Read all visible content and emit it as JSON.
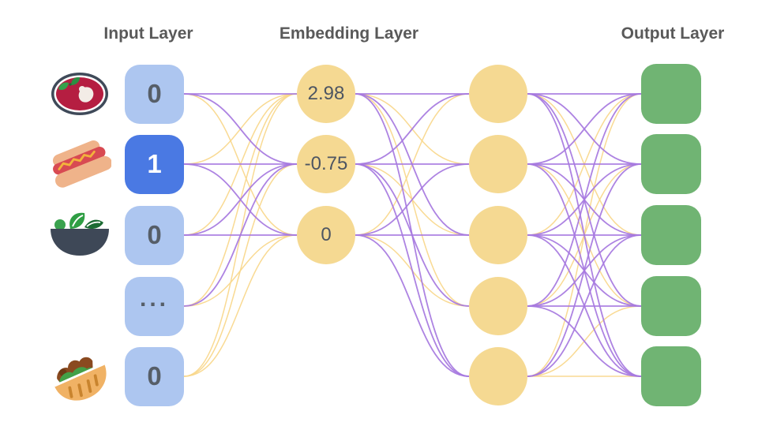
{
  "titles": {
    "input": "Input Layer",
    "embedding": "Embedding Layer",
    "output": "Output Layer"
  },
  "colors": {
    "background": "#ffffff",
    "edge_purple": "#a678e0",
    "edge_yellow": "#f8d78a",
    "input_cell": "#adc6f0",
    "input_cell_active": "#4a79e3",
    "embedding_cell": "#f5d992",
    "output_cell": "#70b473",
    "title_text": "#595959",
    "cell_text": "#565e68",
    "active_cell_text": "#ffffff"
  },
  "input_layer": {
    "rows": [
      {
        "icon": "borscht-icon",
        "value": "0",
        "active": false
      },
      {
        "icon": "hotdog-icon",
        "value": "1",
        "active": true
      },
      {
        "icon": "salad-icon",
        "value": "0",
        "active": false
      },
      {
        "icon": null,
        "value": "...",
        "active": false
      },
      {
        "icon": "pita-icon",
        "value": "0",
        "active": false
      }
    ]
  },
  "embedding_layer": {
    "column1_values": [
      "2.98",
      "-0.75",
      "0"
    ],
    "column2_cell_count": 5
  },
  "output_layer": {
    "cell_count": 5
  },
  "edges": {
    "input_to_embedding": [
      [
        "purple",
        "purple",
        "yellow"
      ],
      [
        "yellow",
        "purple",
        "purple"
      ],
      [
        "yellow",
        "purple",
        "purple"
      ],
      [
        "yellow",
        "purple",
        "yellow"
      ],
      [
        "yellow",
        "yellow",
        "yellow"
      ]
    ],
    "embedding_hidden": [
      [
        "purple",
        "yellow",
        "purple",
        "yellow",
        "purple"
      ],
      [
        "purple",
        "purple",
        "yellow",
        "purple",
        "purple"
      ],
      [
        "yellow",
        "purple",
        "purple",
        "yellow",
        "purple"
      ]
    ],
    "hidden_to_output": [
      [
        "purple",
        "purple",
        "yellow",
        "purple",
        "purple"
      ],
      [
        "purple",
        "purple",
        "purple",
        "yellow",
        "purple"
      ],
      [
        "yellow",
        "purple",
        "purple",
        "purple",
        "purple"
      ],
      [
        "purple",
        "yellow",
        "purple",
        "purple",
        "purple"
      ],
      [
        "yellow",
        "purple",
        "purple",
        "yellow",
        "yellow"
      ]
    ]
  }
}
